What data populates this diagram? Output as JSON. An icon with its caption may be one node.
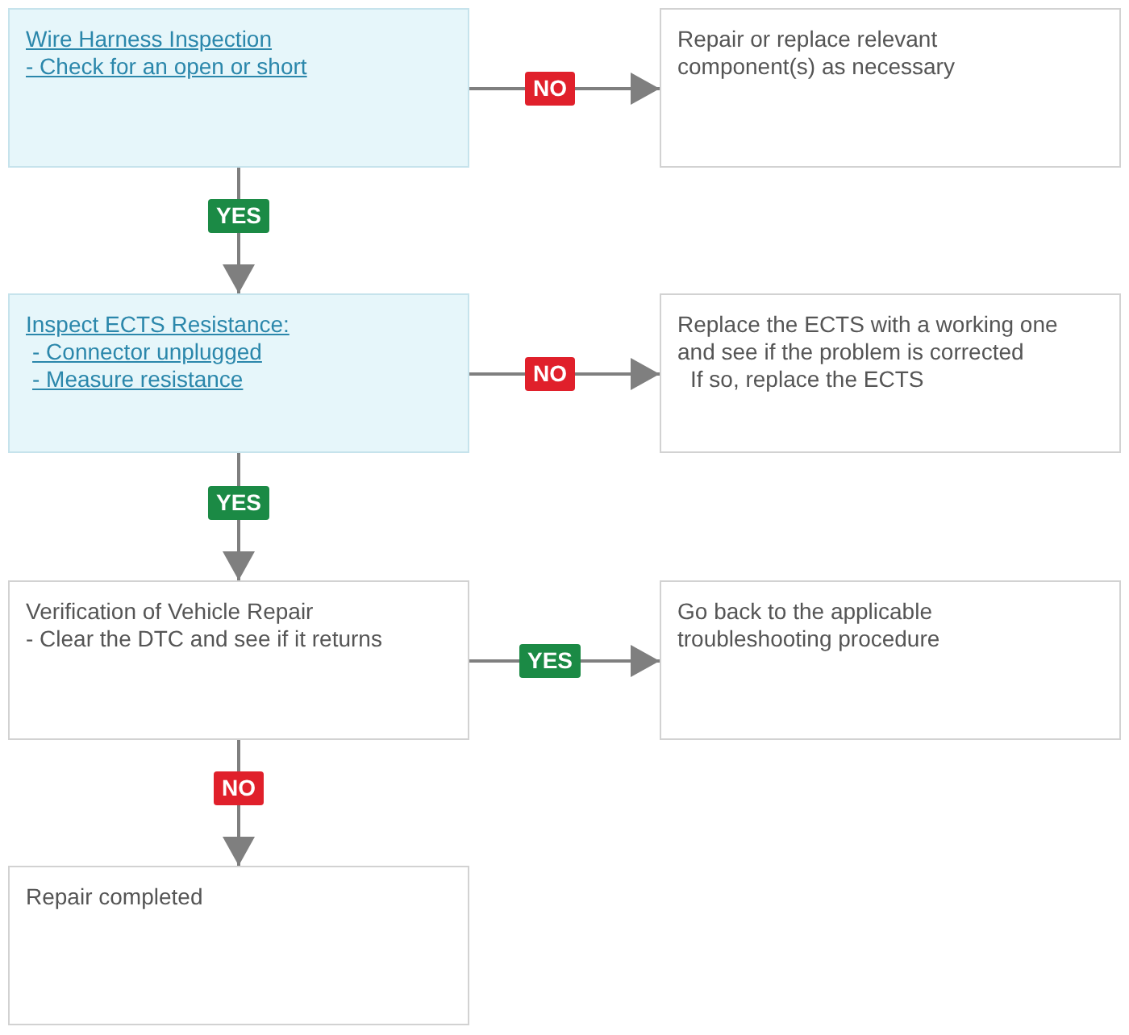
{
  "diagram": {
    "nodes": [
      {
        "text": [
          "Wire Harness Inspection",
          "- Check for an open or short"
        ]
      },
      {
        "text": [
          "Repair or replace relevant component(s) as necessary"
        ]
      },
      {
        "text": [
          "Inspect ECTS Resistance:",
          "- Connector unplugged",
          "- Measure resistance"
        ]
      },
      {
        "text": [
          "Replace the ECTS with a working one and see if the problem is corrected",
          "If so, replace the ECTS"
        ]
      },
      {
        "text": [
          "Verification of Vehicle Repair",
          "- Clear the DTC and see if it returns"
        ]
      },
      {
        "text": [
          "Go back to the applicable troubleshooting procedure"
        ]
      },
      {
        "text": [
          "Repair completed"
        ]
      }
    ],
    "edges": [
      {
        "from": 0,
        "to": 1,
        "arrow": "to",
        "label": "NO"
      },
      {
        "from": 0,
        "to": 2,
        "arrow": "to",
        "label": "YES"
      },
      {
        "from": 2,
        "to": 3,
        "arrow": "to",
        "label": "NO"
      },
      {
        "from": 2,
        "to": 4,
        "arrow": "to",
        "label": "YES"
      },
      {
        "from": 4,
        "to": 5,
        "arrow": "to",
        "label": "YES"
      },
      {
        "from": 4,
        "to": 6,
        "arrow": "to",
        "label": "NO"
      }
    ]
  }
}
